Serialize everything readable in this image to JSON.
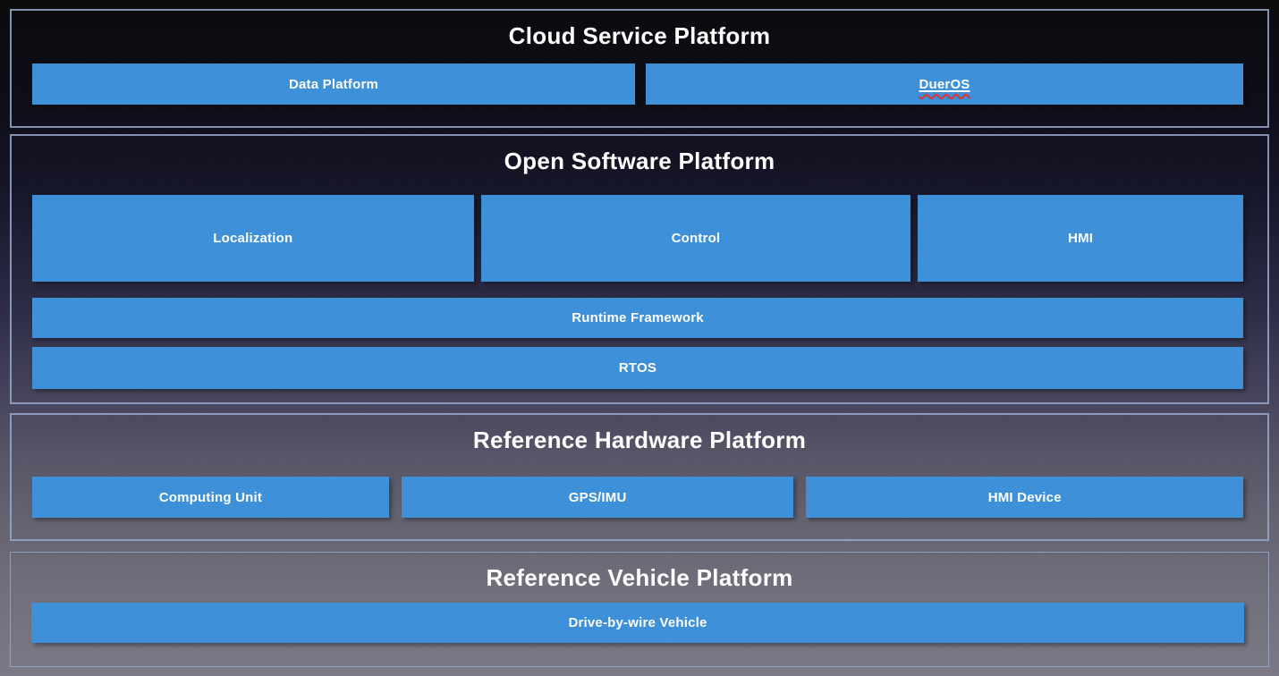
{
  "diagram": {
    "sections": [
      {
        "title": "Cloud Service Platform",
        "boxes": [
          {
            "label": "Data Platform"
          },
          {
            "label": "DuerOS",
            "spellcheck_underline": true
          }
        ]
      },
      {
        "title": "Open Software Platform",
        "boxes": [
          {
            "label": "Localization"
          },
          {
            "label": "Control"
          },
          {
            "label": "HMI"
          },
          {
            "label": "Runtime Framework"
          },
          {
            "label": "RTOS"
          }
        ]
      },
      {
        "title": "Reference Hardware Platform",
        "boxes": [
          {
            "label": "Computing Unit"
          },
          {
            "label": "GPS/IMU"
          },
          {
            "label": "HMI Device"
          }
        ]
      },
      {
        "title": "Reference Vehicle Platform",
        "boxes": [
          {
            "label": "Drive-by-wire Vehicle"
          }
        ]
      }
    ],
    "colors": {
      "box_blue": "#3b90d9",
      "section_border": "#96a8ce",
      "title_text": "#ffffff",
      "box_text": "#ffffff",
      "spellcheck_red": "#e03030"
    }
  }
}
